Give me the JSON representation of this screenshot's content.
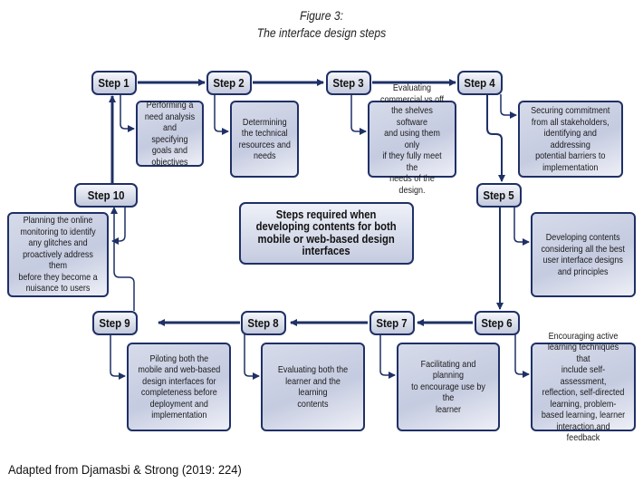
{
  "figure": {
    "label": "Figure 3:",
    "title": "The interface design steps",
    "colors": {
      "border": "#1f3066",
      "arrow": "#1f3066",
      "box_fill": "#c5cbe0",
      "step_fill": "#f4f6fb"
    }
  },
  "center_note": "Steps required when\ndeveloping contents for both\nmobile or web-based design\ninterfaces",
  "steps": [
    {
      "label": "Step 1",
      "description": "Performing a\nneed analysis\nand specifying\ngoals and\nobjectives"
    },
    {
      "label": "Step 2",
      "description": "Determining\nthe technical\nresources and\nneeds"
    },
    {
      "label": "Step 3",
      "description": "Evaluating\ncommercial vs off\nthe shelves software\nand using them only\nif they fully meet the\nneeds of the design."
    },
    {
      "label": "Step 4",
      "description": "Securing commitment\nfrom all stakeholders,\nidentifying and\naddressing\npotential barriers to\nimplementation"
    },
    {
      "label": "Step 5",
      "description": "Developing contents\nconsidering all the best\nuser interface designs\nand principles"
    },
    {
      "label": "Step 6",
      "description": "Encouraging active\nlearning techniques that\ninclude self-assessment,\nreflection, self-directed\nlearning, problem-\nbased learning, learner\ninteraction,and feedback"
    },
    {
      "label": "Step 7",
      "description": "Facilitating and planning\nto encourage use by the\nlearner"
    },
    {
      "label": "Step 8",
      "description": "Evaluating both the\nlearner and the learning\ncontents"
    },
    {
      "label": "Step 9",
      "description": "Piloting both the\nmobile and web-based\ndesign interfaces for\ncompleteness before\ndeployment and\nimplementation"
    },
    {
      "label": "Step 10",
      "description": "Planning the online\nmonitoring to identify\nany glitches and\nproactively address them\nbefore they become a\nnuisance to users"
    }
  ],
  "credit": "Adapted from Djamasbi & Strong (2019: 224)"
}
